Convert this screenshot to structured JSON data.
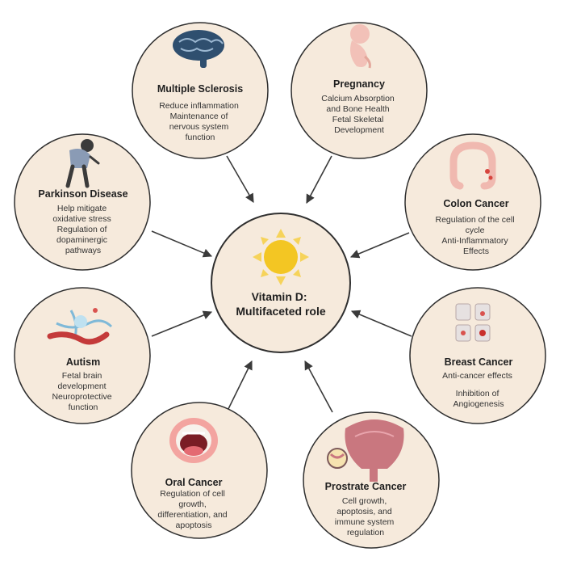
{
  "center": {
    "title_lines": [
      "Vitamin D:",
      "Multifaceted role"
    ],
    "icon": "sun-icon"
  },
  "nodes": [
    {
      "id": "multiple-sclerosis",
      "title": "Multiple Sclerosis",
      "desc_lines": [
        "Reduce inflammation",
        "Maintenance of",
        "nervous system",
        "function"
      ],
      "icon": "brain-icon"
    },
    {
      "id": "pregnancy",
      "title": "Pregnancy",
      "desc_lines": [
        "Calcium Absorption",
        "and Bone Health",
        "Fetal Skeletal",
        "Development"
      ],
      "icon": "fetus-icon"
    },
    {
      "id": "colon-cancer",
      "title": "Colon Cancer",
      "desc_lines": [
        "Regulation of the cell",
        "cycle",
        "Anti-Inflammatory",
        "Effects"
      ],
      "icon": "colon-icon"
    },
    {
      "id": "breast-cancer",
      "title": "Breast Cancer",
      "desc_lines": [
        "Anti-cancer effects",
        "",
        "Inhibition of",
        "Angiogenesis"
      ],
      "icon": "breast-tissue-icon"
    },
    {
      "id": "prostrate-cancer",
      "title": "Prostrate Cancer",
      "desc_lines": [
        "Cell growth,",
        "apoptosis, and",
        "immune system",
        "regulation"
      ],
      "icon": "prostate-icon"
    },
    {
      "id": "oral-cancer",
      "title": "Oral Cancer",
      "desc_lines": [
        "Regulation of cell",
        "growth,",
        "differentiation, and",
        "apoptosis"
      ],
      "icon": "mouth-icon"
    },
    {
      "id": "autism",
      "title": "Autism",
      "desc_lines": [
        "Fetal brain",
        "development",
        "Neuroprotective",
        "function"
      ],
      "icon": "neuron-icon"
    },
    {
      "id": "parkinson-disease",
      "title": "Parkinson Disease",
      "desc_lines": [
        "Help mitigate",
        "oxidative stress",
        "Regulation of",
        "dopaminergic",
        "pathways"
      ],
      "icon": "stooped-person-icon"
    }
  ],
  "colors": {
    "circle_fill": "#f6eadc",
    "circle_stroke": "#2f2f2f",
    "arrow": "#3a3a3a",
    "sun": "#f3c623",
    "sun_ray": "#f6d35a"
  }
}
